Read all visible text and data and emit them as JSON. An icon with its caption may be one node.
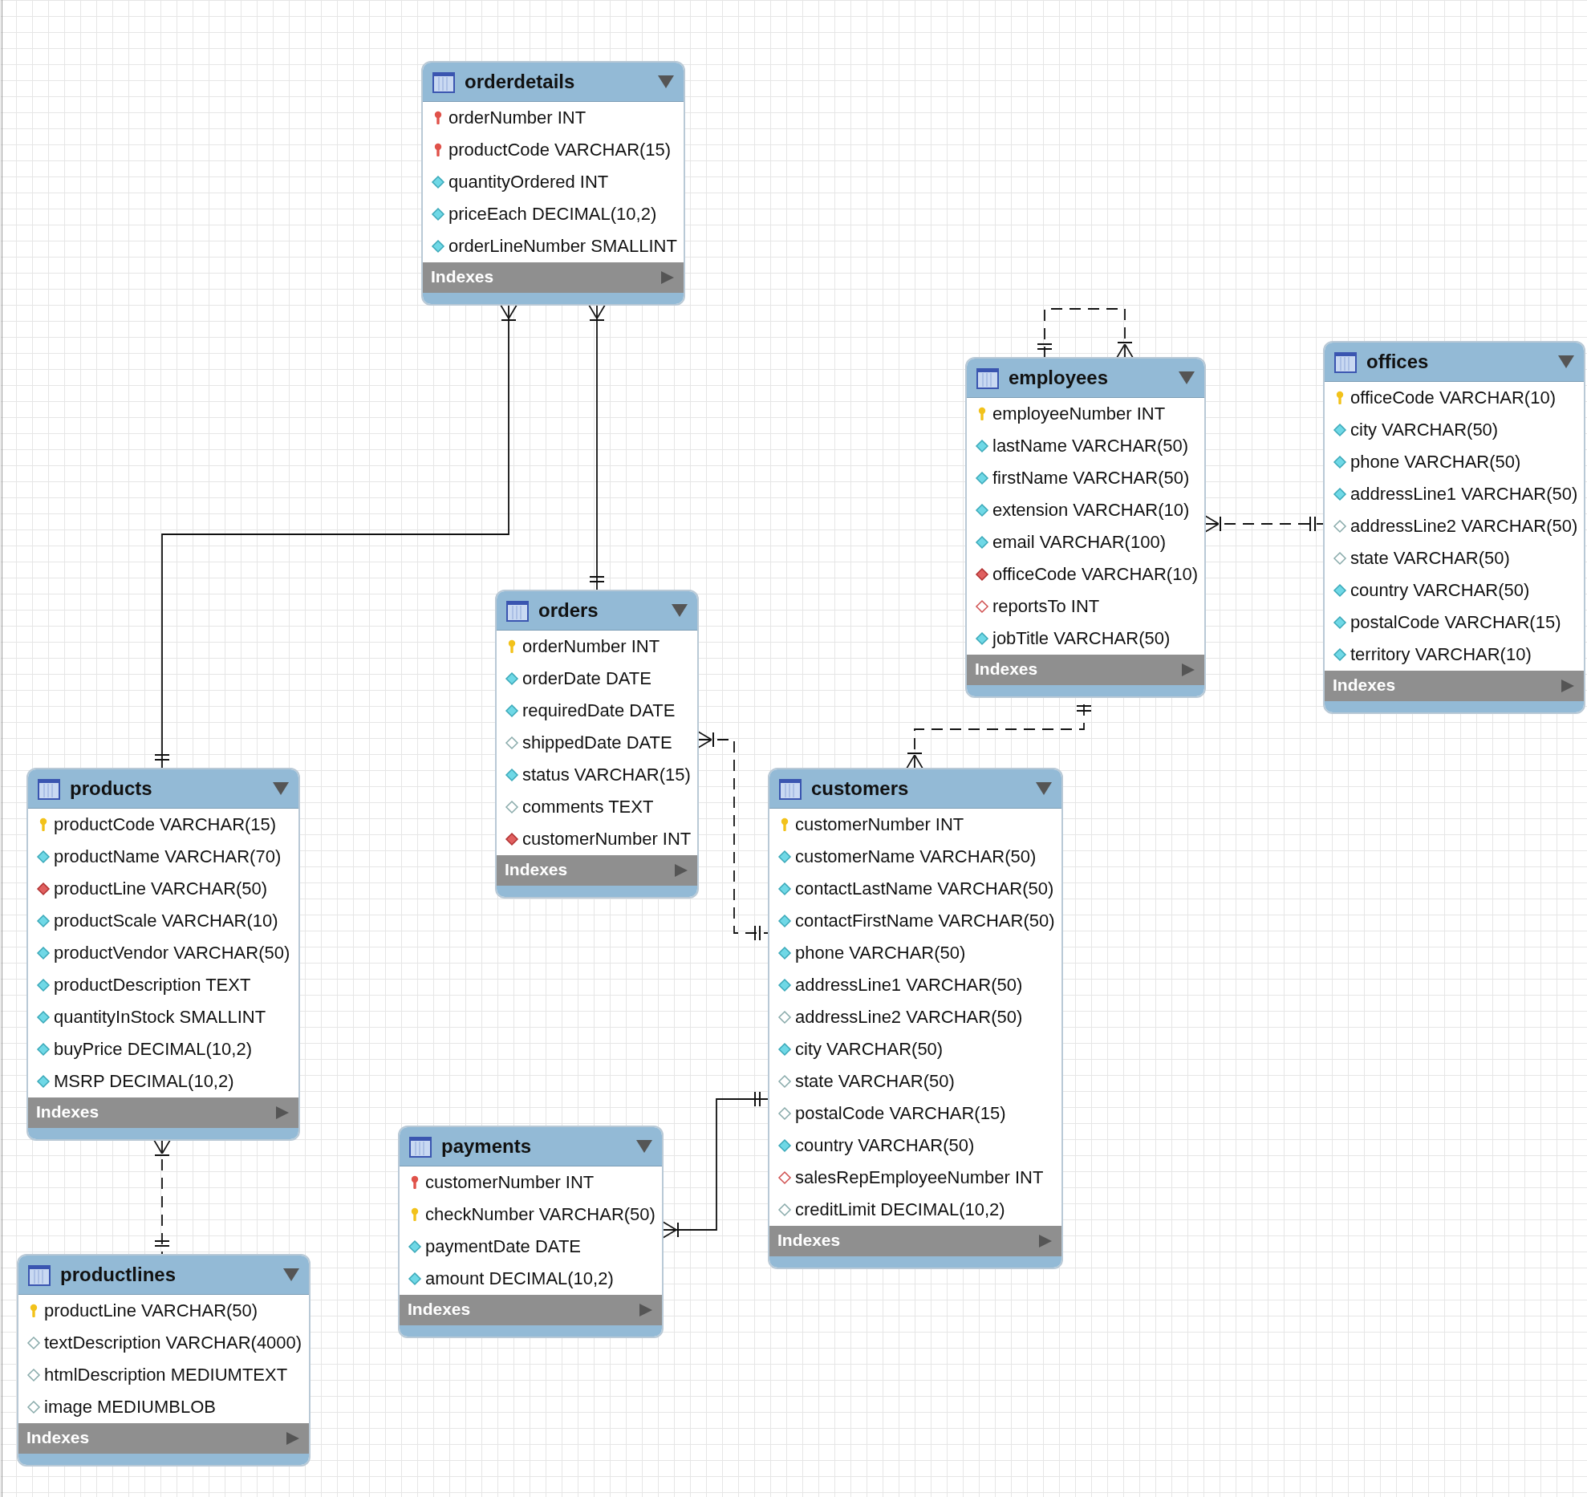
{
  "diagram": {
    "nodes": [
      {
        "text": [
          "orderdetails",
          "orderNumber INT",
          "productCode VARCHAR(15)",
          "quantityOrdered INT",
          "priceEach DECIMAL(10,2)",
          "orderLineNumber SMALLINT",
          "Indexes"
        ]
      },
      {
        "text": [
          "employees",
          "employeeNumber INT",
          "lastName VARCHAR(50)",
          "firstName VARCHAR(50)",
          "extension VARCHAR(10)",
          "email VARCHAR(100)",
          "officeCode VARCHAR(10)",
          "reportsTo INT",
          "jobTitle VARCHAR(50)",
          "Indexes"
        ]
      },
      {
        "text": [
          "offices",
          "officeCode VARCHAR(10)",
          "city VARCHAR(50)",
          "phone VARCHAR(50)",
          "addressLine1 VARCHAR(50)",
          "addressLine2 VARCHAR(50)",
          "state VARCHAR(50)",
          "country VARCHAR(50)",
          "postalCode VARCHAR(15)",
          "territory VARCHAR(10)",
          "Indexes"
        ]
      },
      {
        "text": [
          "orders",
          "orderNumber INT",
          "orderDate DATE",
          "requiredDate DATE",
          "shippedDate DATE",
          "status VARCHAR(15)",
          "comments TEXT",
          "customerNumber INT",
          "Indexes"
        ]
      },
      {
        "text": [
          "products",
          "productCode VARCHAR(15)",
          "productName VARCHAR(70)",
          "productLine VARCHAR(50)",
          "productScale VARCHAR(10)",
          "productVendor VARCHAR(50)",
          "productDescription TEXT",
          "quantityInStock SMALLINT",
          "buyPrice DECIMAL(10,2)",
          "MSRP DECIMAL(10,2)",
          "Indexes"
        ]
      },
      {
        "text": [
          "customers",
          "customerNumber INT",
          "customerName VARCHAR(50)",
          "contactLastName VARCHAR(50)",
          "contactFirstName VARCHAR(50)",
          "phone VARCHAR(50)",
          "addressLine1 VARCHAR(50)",
          "addressLine2 VARCHAR(50)",
          "city VARCHAR(50)",
          "state VARCHAR(50)",
          "postalCode VARCHAR(15)",
          "country VARCHAR(50)",
          "salesRepEmployeeNumber INT",
          "creditLimit DECIMAL(10,2)",
          "Indexes"
        ]
      },
      {
        "text": [
          "payments",
          "customerNumber INT",
          "checkNumber VARCHAR(50)",
          "paymentDate DATE",
          "amount DECIMAL(10,2)",
          "Indexes"
        ]
      },
      {
        "text": [
          "productlines",
          "productLine VARCHAR(50)",
          "textDescription VARCHAR(4000)",
          "htmlDescription MEDIUMTEXT",
          "image MEDIUMBLOB",
          "Indexes"
        ]
      }
    ],
    "edges": [
      {
        "from": 0,
        "to": 4,
        "arrow": "other"
      },
      {
        "from": 0,
        "to": 3,
        "arrow": "other"
      },
      {
        "from": 4,
        "to": 7,
        "arrow": "other",
        "style": "dashed"
      },
      {
        "from": 3,
        "to": 5,
        "arrow": "other",
        "style": "dashed"
      },
      {
        "from": 6,
        "to": 5,
        "arrow": "other"
      },
      {
        "from": 1,
        "to": 1,
        "arrow": "other",
        "style": "dashed"
      },
      {
        "from": 1,
        "to": 2,
        "arrow": "other",
        "style": "dashed"
      },
      {
        "from": 5,
        "to": 1,
        "arrow": "other",
        "style": "dashed"
      }
    ]
  }
}
